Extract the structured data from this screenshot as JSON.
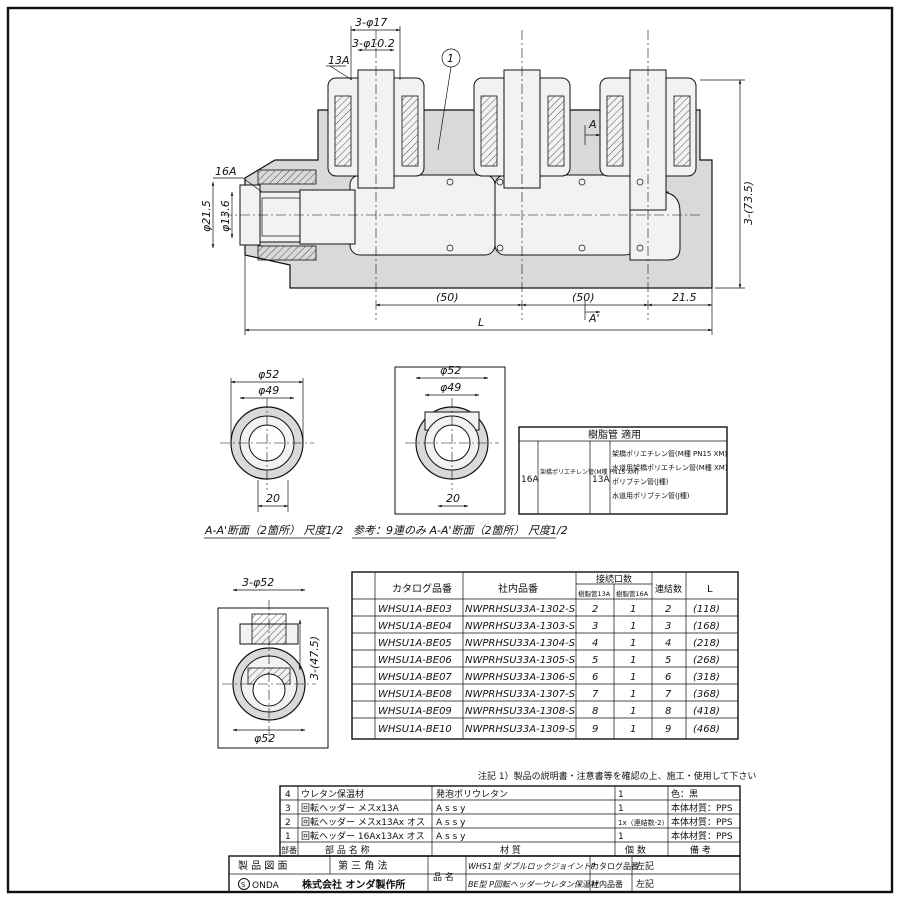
{
  "main_view": {
    "dim_3_phi17": "3-φ17",
    "dim_3_phi10_2": "3-φ10.2",
    "label_13a": "13A",
    "label_16a": "16A",
    "balloon_1": "1",
    "dim_phi21_5": "φ21.5",
    "dim_phi13_6": "φ13.6",
    "dim_3_73_5": "3-(73.5)",
    "section_a": "A",
    "section_a_prime": "A'",
    "dim_50_a": "(50)",
    "dim_50_b": "(50)",
    "dim_21_5": "21.5",
    "dim_L": "L"
  },
  "section_left": {
    "dim_phi52": "φ52",
    "dim_phi49": "φ49",
    "dim_20": "20",
    "caption": "A-A'断面（2箇所） 尺度1/2"
  },
  "section_right": {
    "dim_phi52": "φ52",
    "dim_phi49": "φ49",
    "dim_20": "20",
    "caption": "参考：9連のみ A-A'断面（2箇所） 尺度1/2"
  },
  "end_view": {
    "dim_3_phi52": "3-φ52",
    "dim_3_47_5": "3-(47.5)",
    "dim_phi52": "φ52"
  },
  "pipe_table": {
    "title": "樹脂管 適用",
    "size_16a": "16A",
    "pipe_16a": "架橋ポリエチレン管(M種 PN15 XM)",
    "size_13a": "13A",
    "pipes_13a": [
      "架橋ポリエチレン管(M種 PN15 XM)",
      "水道用架橋ポリエチレン管(M種 XM)",
      "ポリブテン管(J種)",
      "水道用ポリブテン管(J種)"
    ]
  },
  "model_table": {
    "headers": {
      "catalog": "カタログ品番",
      "internal": "社内品番",
      "ports": "接続口数",
      "port_13a": "樹脂管13A",
      "port_16a": "樹脂管16A",
      "links": "連結数",
      "length": "L"
    },
    "rows": [
      [
        "WHSU1A-BE03",
        "NWPRHSU33A-1302-S",
        "2",
        "1",
        "2",
        "(118)"
      ],
      [
        "WHSU1A-BE04",
        "NWPRHSU33A-1303-S",
        "3",
        "1",
        "3",
        "(168)"
      ],
      [
        "WHSU1A-BE05",
        "NWPRHSU33A-1304-S",
        "4",
        "1",
        "4",
        "(218)"
      ],
      [
        "WHSU1A-BE06",
        "NWPRHSU33A-1305-S",
        "5",
        "1",
        "5",
        "(268)"
      ],
      [
        "WHSU1A-BE07",
        "NWPRHSU33A-1306-S",
        "6",
        "1",
        "6",
        "(318)"
      ],
      [
        "WHSU1A-BE08",
        "NWPRHSU33A-1307-S",
        "7",
        "1",
        "7",
        "(368)"
      ],
      [
        "WHSU1A-BE09",
        "NWPRHSU33A-1308-S",
        "8",
        "1",
        "8",
        "(418)"
      ],
      [
        "WHSU1A-BE10",
        "NWPRHSU33A-1309-S",
        "9",
        "1",
        "9",
        "(468)"
      ]
    ]
  },
  "note": "注記 1）製品の説明書・注意書等を確認の上、施工・使用して下さい",
  "parts": {
    "rows": [
      [
        "4",
        "ウレタン保温材",
        "発泡ポリウレタン",
        "1",
        "色：黒"
      ],
      [
        "3",
        "回転ヘッダー メスx13A",
        "A s s y",
        "1",
        "本体材質：PPS"
      ],
      [
        "2",
        "回転ヘッダー メスx13Ax オス",
        "A s s y",
        "1x（連結数-2）",
        "本体材質：PPS"
      ],
      [
        "1",
        "回転ヘッダー 16Ax13Ax オス",
        "A s s y",
        "1",
        "本体材質：PPS"
      ]
    ],
    "header": [
      "部番",
      "部 品 名 称",
      "材 質",
      "個 数",
      "備 考"
    ]
  },
  "title_block": {
    "drawing": "製 品 図 面",
    "projection": "第 三 角 法",
    "product_label": "品 名",
    "product_1": "WHS1型 ダブルロックジョイントP",
    "product_2": "BE型 P回転ヘッダーウレタン保温材",
    "catalog_label": "カタログ品番",
    "catalog_value": "左記",
    "internal_label": "社内品番",
    "internal_value": "左記",
    "brand": "ONDA",
    "company": "株式会社 オンダ製作所"
  }
}
